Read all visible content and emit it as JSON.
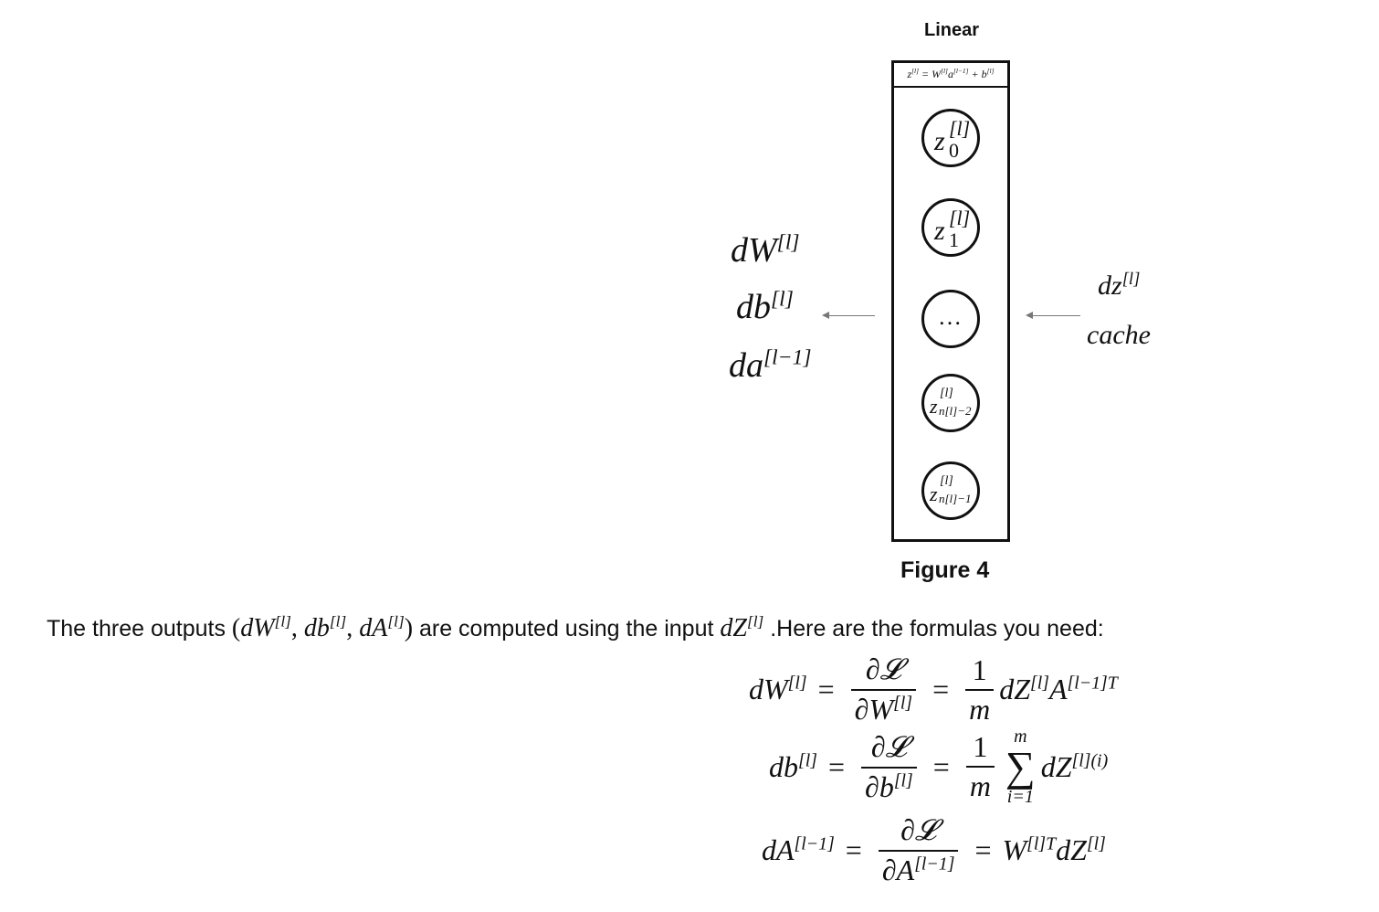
{
  "figure": {
    "title": "Linear",
    "layer_formula": "z[l] = W[l]a[l−1] + b[l]",
    "nodes": [
      {
        "var": "z",
        "sup": "[l]",
        "sub": "0"
      },
      {
        "var": "z",
        "sup": "[l]",
        "sub": "1"
      },
      {
        "var": "…",
        "sup": "",
        "sub": ""
      },
      {
        "var": "z",
        "sup": "[l]",
        "sub": "n[l]−2"
      },
      {
        "var": "z",
        "sup": "[l]",
        "sub": "n[l]−1"
      }
    ],
    "left_outputs": [
      {
        "base": "dW",
        "sup": "[l]"
      },
      {
        "base": "db",
        "sup": "[l]"
      },
      {
        "base": "da",
        "sup": "[l−1]"
      }
    ],
    "right_inputs": [
      {
        "base": "dz",
        "sup": "[l]"
      },
      {
        "base": "cache",
        "sup": ""
      }
    ],
    "caption": "Figure 4"
  },
  "intro": {
    "prefix": "The three outputs ",
    "math_outputs": "(dW[l], db[l], dA[l])",
    "middle": " are computed using the input ",
    "math_input": "dZ[l]",
    "suffix": " .Here are the formulas you need:"
  },
  "equations": {
    "eq1": {
      "lhs": "dW",
      "lhs_sup": "[l]",
      "num": "∂𝓛",
      "den": "∂W",
      "den_sup": "[l]",
      "coef_num": "1",
      "coef_den": "m",
      "rhs": "dZ[l]A[l−1]T"
    },
    "eq2": {
      "lhs": "db",
      "lhs_sup": "[l]",
      "num": "∂𝓛",
      "den": "∂b",
      "den_sup": "[l]",
      "coef_num": "1",
      "coef_den": "m",
      "sum_top": "m",
      "sum_bottom": "i=1",
      "rhs": "dZ[l](i)"
    },
    "eq3": {
      "lhs": "dA",
      "lhs_sup": "[l−1]",
      "num": "∂𝓛",
      "den": "∂A",
      "den_sup": "[l−1]",
      "rhs": "W[l]T dZ[l]"
    }
  }
}
